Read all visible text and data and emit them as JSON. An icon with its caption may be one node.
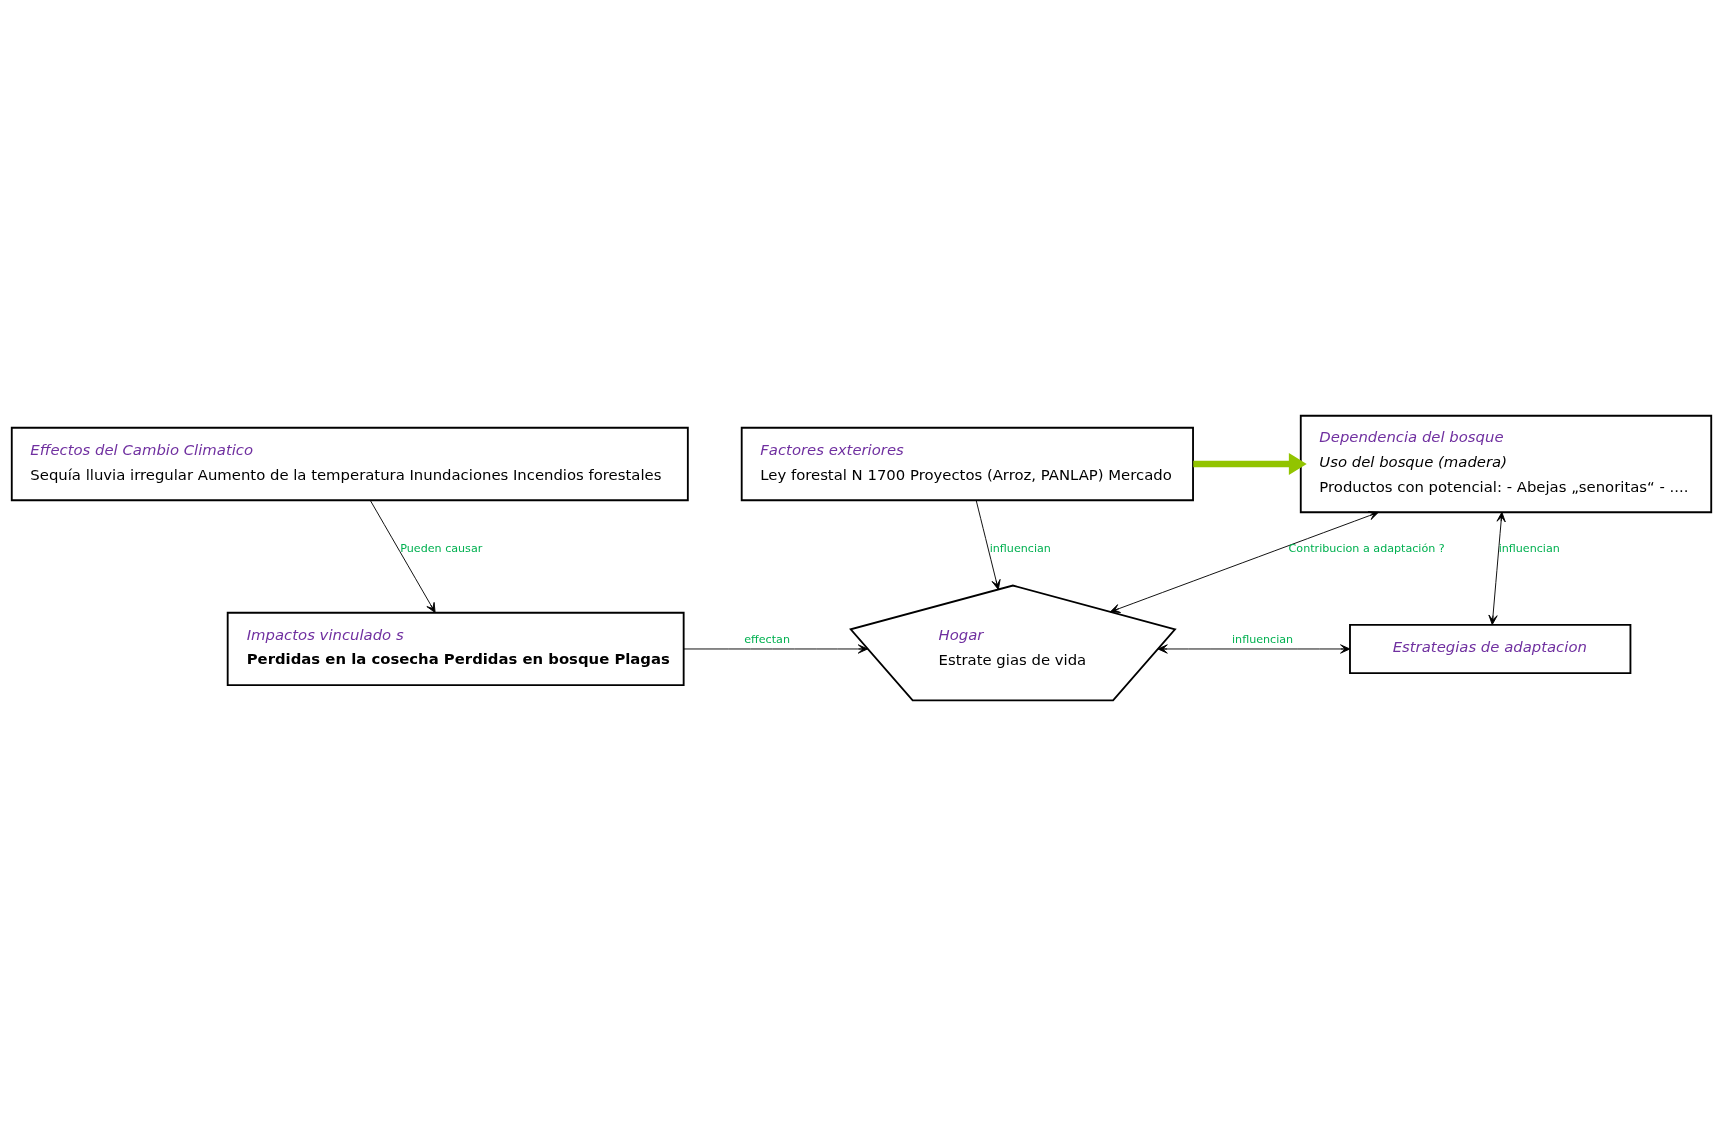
{
  "diagram": {
    "nodes": [
      {
        "text": [
          "Effectos del Cambio Climatico",
          "Sequía lluvia irregular Aumento de la temperatura Inundaciones Incendios forestales"
        ]
      },
      {
        "text": [
          "Factores exteriores",
          "Ley forestal N 1700 Proyectos (Arroz, PANLAP) Mercado"
        ]
      },
      {
        "text": [
          "Dependencia del bosque",
          "Uso del bosque (madera)",
          "Productos con potencial: - Abejas „senoritas“ - ...."
        ]
      },
      {
        "text": [
          "Impactos vinculado s",
          "Perdidas en la cosecha Perdidas en bosque Plagas"
        ]
      },
      {
        "text": [
          "Hogar",
          "Estrate gias de vida"
        ]
      },
      {
        "text": [
          "Estrategias de adaptacion"
        ]
      }
    ],
    "edges": [
      {
        "from": 0,
        "to": 3,
        "arrow": "to",
        "label": "Pueden causar"
      },
      {
        "from": 1,
        "to": 4,
        "arrow": "to",
        "label": "influencian"
      },
      {
        "from": 1,
        "to": 2,
        "arrow": "to",
        "style": "thick",
        "color": "#92c400"
      },
      {
        "from": 3,
        "to": 4,
        "arrow": "to",
        "label": "effectan"
      },
      {
        "from": 4,
        "to": 2,
        "arrow": "both",
        "label": "Contribucion a adaptación ?"
      },
      {
        "from": 2,
        "to": 5,
        "arrow": "both",
        "label": "influencian"
      },
      {
        "from": 4,
        "to": 5,
        "arrow": "both",
        "label": "influencian"
      }
    ]
  }
}
